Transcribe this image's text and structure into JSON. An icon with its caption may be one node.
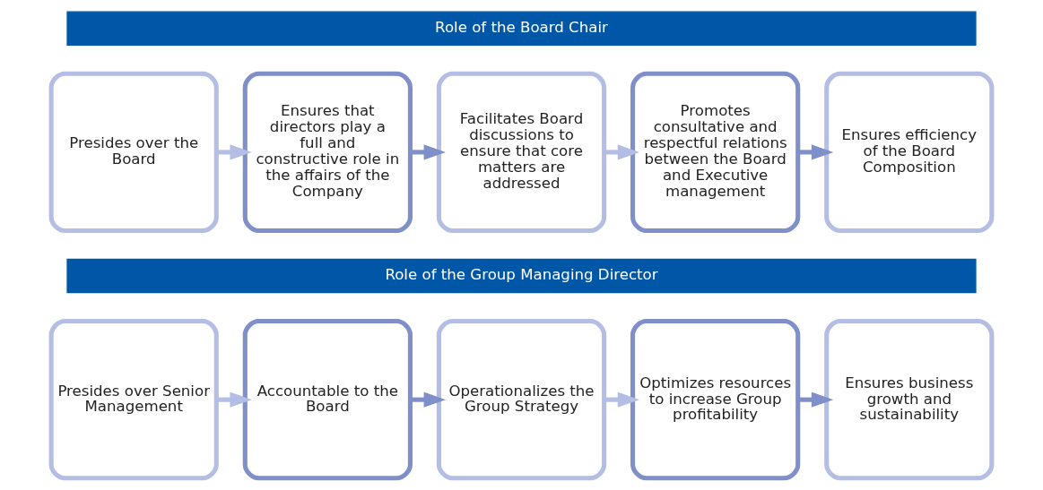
{
  "diagram": {
    "nodes": [
      {
        "text": [
          "Role of the Board Chair"
        ]
      },
      {
        "text": [
          "Presides over the Board"
        ]
      },
      {
        "text": [
          "Ensures that directors play a full and constructive role in the affairs of the Company"
        ]
      },
      {
        "text": [
          "Facilitates Board discussions to ensure that core matters are addressed"
        ]
      },
      {
        "text": [
          "Promotes consultative and respectful relations between the Board and Executive management"
        ]
      },
      {
        "text": [
          "Ensures efficiency of the Board Composition"
        ]
      },
      {
        "text": [
          "Role of the Group Managing Director"
        ]
      },
      {
        "text": [
          "Presides over Senior Management"
        ]
      },
      {
        "text": [
          "Accountable to the Board"
        ]
      },
      {
        "text": [
          "Operationalizes the Group Strategy"
        ]
      },
      {
        "text": [
          "Optimizes resources to increase Group profitability"
        ]
      },
      {
        "text": [
          "Ensures business growth and sustainability"
        ]
      }
    ],
    "edges": [
      {
        "from": 1,
        "to": 2,
        "arrow": "to"
      },
      {
        "from": 2,
        "to": 3,
        "arrow": "to",
        "color": "#7f8fc9"
      },
      {
        "from": 3,
        "to": 4,
        "arrow": "to"
      },
      {
        "from": 4,
        "to": 5,
        "arrow": "to",
        "color": "#7f8fc9"
      },
      {
        "from": 7,
        "to": 8,
        "arrow": "to"
      },
      {
        "from": 8,
        "to": 9,
        "arrow": "to",
        "color": "#7f8fc9"
      },
      {
        "from": 9,
        "to": 10,
        "arrow": "to"
      },
      {
        "from": 10,
        "to": 11,
        "arrow": "to",
        "color": "#7f8fc9"
      }
    ]
  }
}
